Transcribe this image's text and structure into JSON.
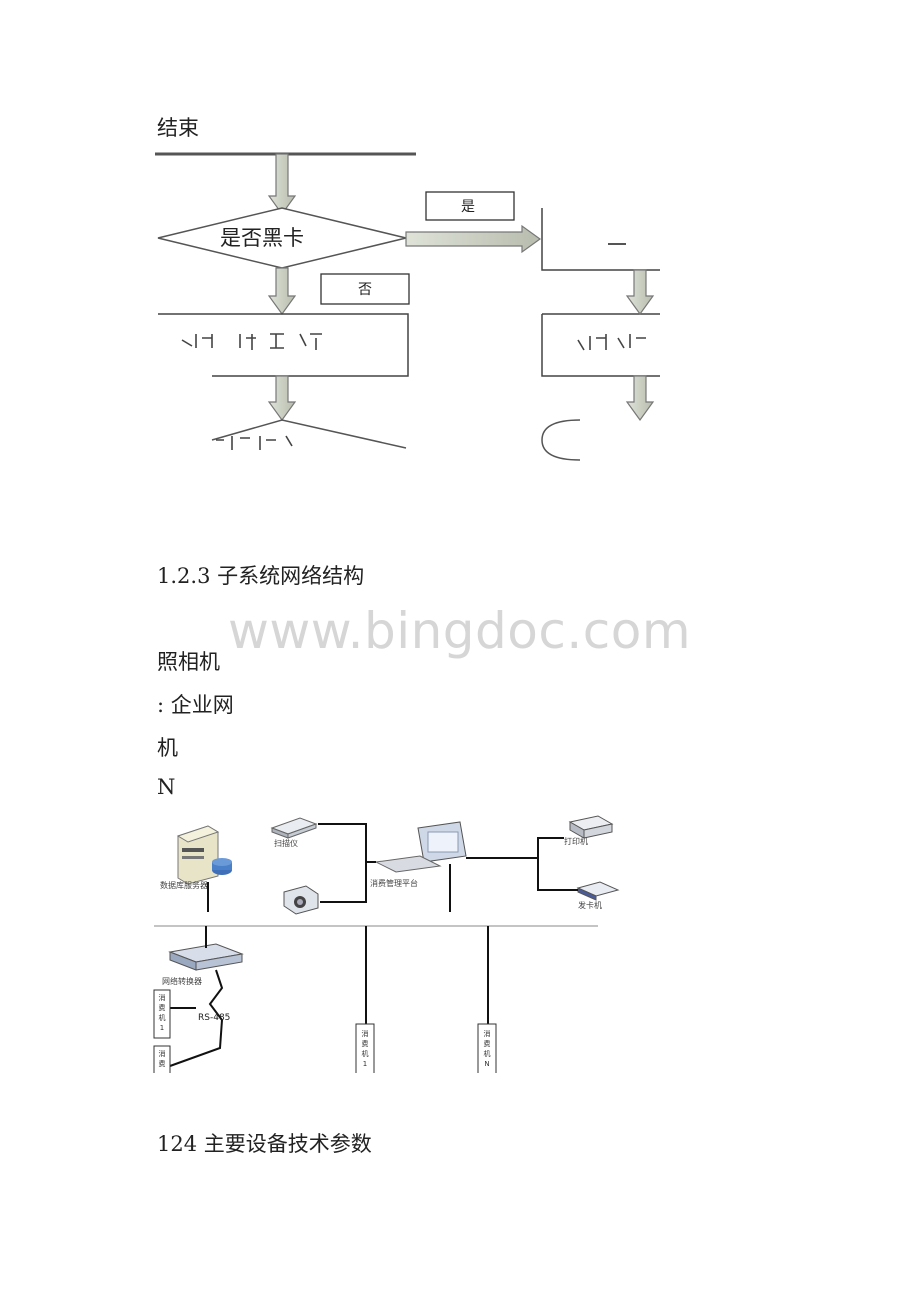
{
  "heading_end": "结束",
  "flowchart": {
    "decision_blacklist": "是否黑卡",
    "yes_label": "是",
    "no_label": "否"
  },
  "section_123": "1.2.3 子系统网络结构",
  "watermark": "www.bingdoc.com",
  "fragments": [
    "照相机",
    ": 企业网",
    "机",
    "N"
  ],
  "network": {
    "scanner": "扫描仪",
    "db_server": "数据库服务器",
    "mgmt_platform": "消费管理平台",
    "printer": "打印机",
    "card_issuer": "发卡机",
    "switch": "网络转换器",
    "rs485": "RS-485",
    "pos_left_1": [
      "消",
      "费",
      "机",
      "1"
    ],
    "pos_left_2": [
      "消",
      "费"
    ],
    "pos_mid_1": [
      "消",
      "费",
      "机",
      "1"
    ],
    "pos_mid_n": [
      "消",
      "费",
      "机",
      "N"
    ]
  },
  "section_124": "124 主要设备技术参数"
}
